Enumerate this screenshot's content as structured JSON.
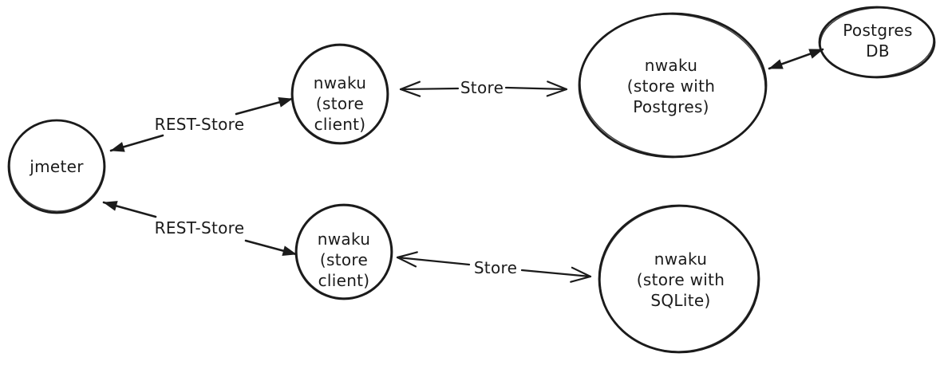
{
  "diagram": {
    "style": "hand-drawn-sketch",
    "stroke_color": "#1b1b1b",
    "background_color": "#ffffff",
    "nodes": {
      "jmeter": {
        "label": "jmeter",
        "shape": "ellipse"
      },
      "store_client_top": {
        "label": "nwaku\n(store\nclient)",
        "shape": "ellipse"
      },
      "store_postgres": {
        "label": "nwaku\n(store with\nPostgres)",
        "shape": "ellipse"
      },
      "postgres_db": {
        "label": "Postgres\nDB",
        "shape": "ellipse"
      },
      "store_client_bottom": {
        "label": "nwaku\n(store\nclient)",
        "shape": "ellipse"
      },
      "store_sqlite": {
        "label": "nwaku\n(store with\nSQLite)",
        "shape": "ellipse"
      }
    },
    "edges": {
      "rest_store_top": {
        "label": "REST-Store",
        "from": "jmeter",
        "to": "store_client_top",
        "direction": "bidirectional",
        "arrowhead": "filled-triangle"
      },
      "rest_store_bottom": {
        "label": "REST-Store",
        "from": "jmeter",
        "to": "store_client_bottom",
        "direction": "bidirectional",
        "arrowhead": "filled-triangle"
      },
      "store_top": {
        "label": "Store",
        "from": "store_client_top",
        "to": "store_postgres",
        "direction": "bidirectional",
        "arrowhead": "open-chevron"
      },
      "store_bottom": {
        "label": "Store",
        "from": "store_client_bottom",
        "to": "store_sqlite",
        "direction": "bidirectional",
        "arrowhead": "open-chevron"
      },
      "postgres_link": {
        "label": "",
        "from": "store_postgres",
        "to": "postgres_db",
        "direction": "bidirectional",
        "arrowhead": "filled-triangle"
      }
    }
  }
}
